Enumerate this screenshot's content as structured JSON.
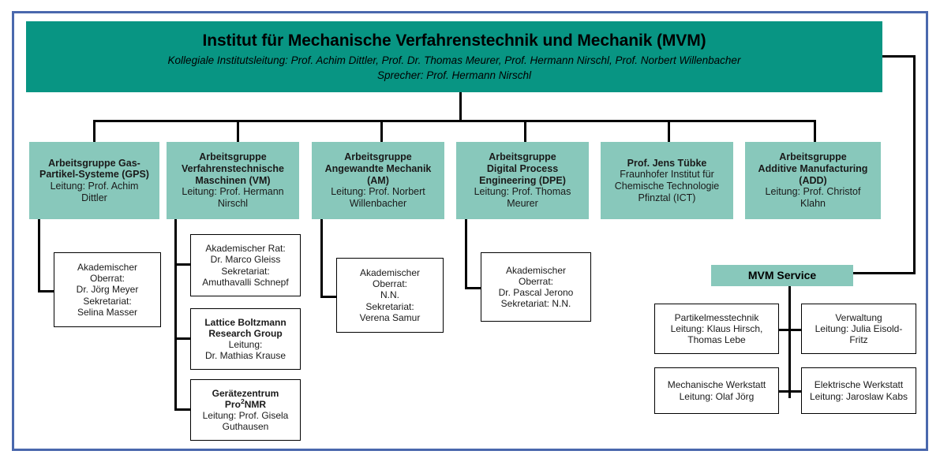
{
  "header": {
    "title": "Institut für Mechanische Verfahrenstechnik und Mechanik (MVM)",
    "leadership_line": "Kollegiale Institutsleitung: Prof. Achim Dittler, Prof. Dr. Thomas Meurer, Prof. Hermann Nirschl, Prof. Norbert Willenbacher",
    "speaker_line": "Sprecher: Prof. Hermann Nirschl"
  },
  "colors": {
    "frame_blue": "#4a68ad",
    "header_teal": "#089583",
    "unit_teal": "#88c8bb",
    "line_black": "#000000",
    "box_white": "#ffffff"
  },
  "groups": [
    {
      "id": "gps",
      "title_lines": [
        "Arbeitsgruppe Gas-",
        "Partikel-Systeme (GPS)"
      ],
      "sub_lines": [
        "Leitung: Prof. Achim",
        "Dittler"
      ],
      "children": [
        {
          "id": "gps-akad",
          "lines": [
            "Akademischer",
            "Oberrat:",
            "Dr. Jörg Meyer",
            "Sekretariat:",
            "Selina Masser"
          ],
          "bold_count": 0
        }
      ]
    },
    {
      "id": "vm",
      "title_lines": [
        "Arbeitsgruppe",
        "Verfahrenstechnische",
        "Maschinen (VM)"
      ],
      "sub_lines": [
        "Leitung: Prof. Hermann",
        "Nirschl"
      ],
      "children": [
        {
          "id": "vm-akad",
          "lines": [
            "Akademischer Rat:",
            "Dr. Marco Gleiss",
            "Sekretariat:",
            "Amuthavalli Schnepf"
          ],
          "bold_count": 0
        },
        {
          "id": "vm-lbrg",
          "lines": [
            "Lattice Boltzmann",
            "Research Group",
            "Leitung:",
            "Dr. Mathias Krause"
          ],
          "bold_count": 2
        },
        {
          "id": "vm-pro2nmr",
          "lines": [
            "Gerätezentrum",
            "Pro2NMR",
            "Leitung:  Prof. Gisela",
            "Guthausen"
          ],
          "bold_count": 2
        }
      ]
    },
    {
      "id": "am",
      "title_lines": [
        "Arbeitsgruppe",
        "Angewandte Mechanik",
        "(AM)"
      ],
      "sub_lines": [
        "Leitung: Prof. Norbert",
        "Willenbacher"
      ],
      "children": [
        {
          "id": "am-akad",
          "lines": [
            "Akademischer",
            "Oberrat:",
            "N.N.",
            "Sekretariat:",
            "Verena Samur"
          ],
          "bold_count": 0
        }
      ]
    },
    {
      "id": "dpe",
      "title_lines": [
        "Arbeitsgruppe",
        "Digital Process",
        "Engineering (DPE)"
      ],
      "sub_lines": [
        "Leitung: Prof. Thomas",
        "Meurer"
      ],
      "children": [
        {
          "id": "dpe-akad",
          "lines": [
            "Akademischer",
            "Oberrat:",
            "Dr. Pascal Jerono",
            "Sekretariat: N.N."
          ],
          "bold_count": 0
        }
      ]
    },
    {
      "id": "ict",
      "title_lines": [
        "Prof. Jens Tübke"
      ],
      "sub_lines": [
        "Fraunhofer Institut für",
        "Chemische Technologie",
        "Pfinztal (ICT)"
      ],
      "children": []
    },
    {
      "id": "add",
      "title_lines": [
        "Arbeitsgruppe",
        "Additive Manufacturing",
        "(ADD)"
      ],
      "sub_lines": [
        "Leitung: Prof. Christof",
        "Klahn"
      ],
      "children": []
    }
  ],
  "service": {
    "title": "MVM Service",
    "items": [
      {
        "id": "svc-pmt",
        "lines": [
          "Partikelmesstechnik",
          "Leitung:  Klaus Hirsch,",
          "Thomas Lebe"
        ]
      },
      {
        "id": "svc-verw",
        "lines": [
          "Verwaltung",
          "Leitung:  Julia Eisold-",
          "Fritz"
        ]
      },
      {
        "id": "svc-mech",
        "lines": [
          "Mechanische Werkstatt",
          "Leitung:  Olaf Jörg"
        ]
      },
      {
        "id": "svc-elek",
        "lines": [
          "Elektrische Werkstatt",
          "Leitung:  Jaroslaw Kabs"
        ]
      }
    ]
  }
}
